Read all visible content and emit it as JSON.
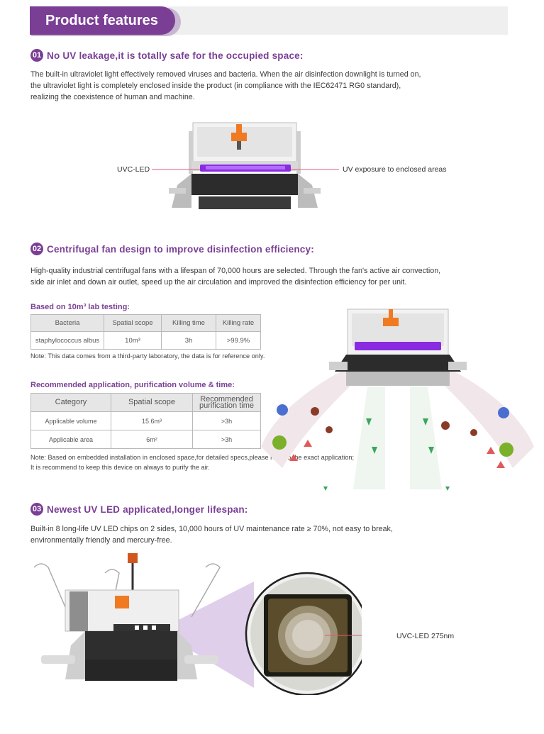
{
  "header": {
    "title": "Product features"
  },
  "s1": {
    "num": "01",
    "title": "No UV leakage,it is totally safe for the occupied space:",
    "lines": [
      "The built-in ultraviolet light effectively removed viruses and bacteria. When the air disinfection downlight is turned on,",
      "the ultraviolet light is completely enclosed inside the product (in compliance with the IEC62471 RG0 standard),",
      "realizing the coexistence of human and machine."
    ],
    "left_label": "UVC-LED",
    "right_label": "UV exposure to enclosed areas"
  },
  "s2": {
    "num": "02",
    "title": "Centrifugal fan design to improve disinfection efficiency:",
    "lines": [
      "High-quality industrial centrifugal fans with a lifespan of 70,000 hours are selected. Through the fan's active air convection,",
      "side air inlet and down air outlet, speed up the air circulation and improved the disinfection efficiency for per unit."
    ],
    "lab_title": "Based on 10m³ lab testing:",
    "lab_table": {
      "headers": [
        "Bacteria",
        "Spatial scope",
        "Killing time",
        "Killing rate"
      ],
      "rows": [
        [
          "staphylococcus albus",
          "10m³",
          "3h",
          ">99.9%"
        ]
      ]
    },
    "lab_note": "Note: This data comes from a third-party laboratory, the data is for reference only.",
    "app_title": "Recommended application, purification volume & time:",
    "app_table": {
      "headers": [
        "Category",
        "Spatial scope",
        "Recommended purification time"
      ],
      "rows": [
        [
          "Applicable volume",
          "15.6m³",
          ">3h"
        ],
        [
          "Applicable area",
          "6m²",
          ">3h"
        ]
      ]
    },
    "app_note_1": "Note: Based on embedded installation in enclosed space,for detailed specs,please refer to the exact application;",
    "app_note_2": "It is recommend to keep this device on always to purify the air."
  },
  "s3": {
    "num": "03",
    "title": "Newest UV LED applicated,longer lifespan:",
    "lines": [
      "Built-in 8 long-life UV LED chips on 2 sides, 10,000 hours of UV maintenance rate ≥ 70%, not easy to break,",
      "environmentally friendly and mercury-free."
    ],
    "callout": "UVC-LED 275nm"
  },
  "colors": {
    "accent": "#7a3f95",
    "uv_glow": "#8a2be2",
    "callout_line": "#e05a78"
  }
}
